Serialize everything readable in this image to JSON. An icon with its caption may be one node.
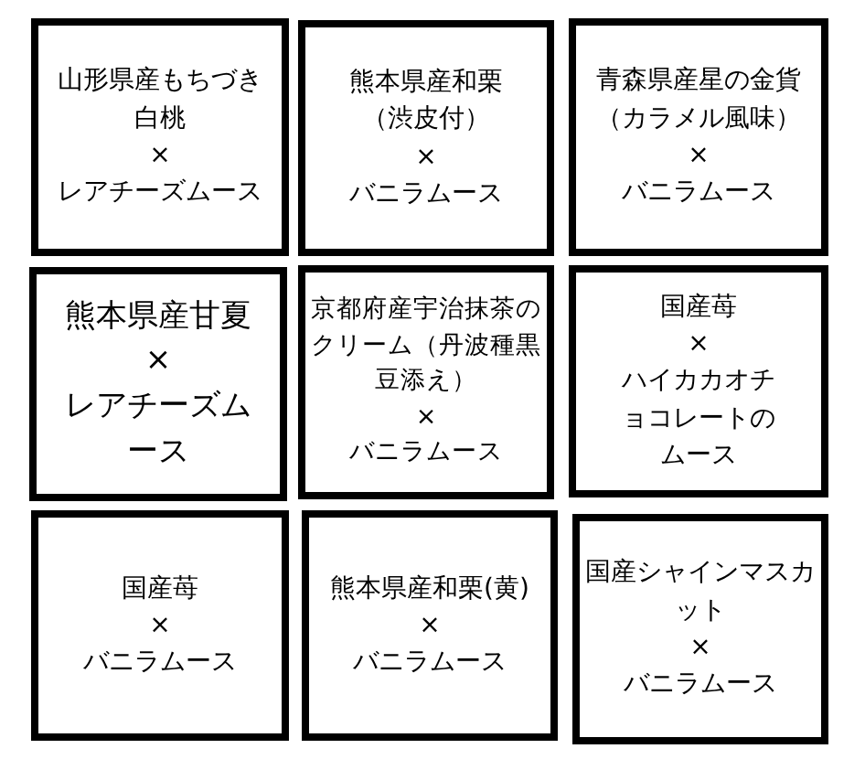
{
  "diagram": {
    "nodes": [
      {
        "text": [
          "山形県産もちづき白桃",
          "×",
          "レアチーズムース"
        ]
      },
      {
        "text": [
          "熊本県産和栗（渋皮付）",
          "×",
          "バニラムース"
        ]
      },
      {
        "text": [
          "青森県産星の金貨（カラメル風味）",
          "×",
          "バニラムース"
        ]
      },
      {
        "text": [
          "熊本県産甘夏",
          "×",
          "レアチーズムース"
        ]
      },
      {
        "text": [
          "京都府産宇治抹茶のクリーム（丹波種黒豆添え）",
          "×",
          "バニラムース"
        ]
      },
      {
        "text": [
          "国産苺",
          "×",
          "ハイカカオチョコレートのムース"
        ]
      },
      {
        "text": [
          "国産苺",
          "×",
          "バニラムース"
        ]
      },
      {
        "text": [
          "熊本県産和栗(黄)",
          "×",
          "バニラムース"
        ]
      },
      {
        "text": [
          "国産シャインマスカット",
          "×",
          "バニラムース"
        ]
      }
    ]
  }
}
